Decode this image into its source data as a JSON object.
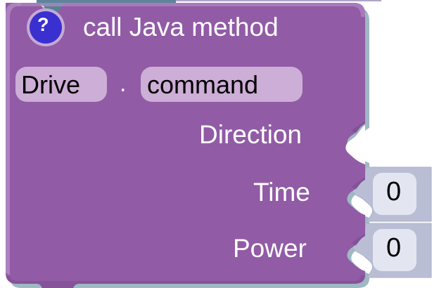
{
  "block": {
    "type_name": "call-java-method-block",
    "header_label": "call Java method",
    "help_icon": "question-mark-icon",
    "help_glyph": "?",
    "separator": ".",
    "colors": {
      "block_fill": "#915ba6",
      "block_edge_light": "#a87cb8",
      "block_edge_dark": "#7a4a8c",
      "field_fill": "#cdaed6",
      "help_circle": "#3a30d0",
      "help_ring": "#c6a9d4",
      "number_block_fill": "#b9bed5",
      "number_block_edge": "#a3a9c4",
      "number_field_fill": "#e3e6f0",
      "text_on_block": "#ffffff",
      "text_on_field": "#000000",
      "connection_shadow": "#5a8398",
      "canvas": "#ffffff"
    },
    "dropdowns": [
      {
        "name": "class-dropdown",
        "value": "Drive"
      },
      {
        "name": "method-dropdown",
        "value": "command"
      }
    ],
    "inputs": [
      {
        "name": "direction",
        "label": "Direction",
        "connected": false,
        "value": null
      },
      {
        "name": "time",
        "label": "Time",
        "connected": true,
        "value": "0"
      },
      {
        "name": "power",
        "label": "Power",
        "connected": true,
        "value": "0"
      }
    ],
    "connections": {
      "previous_notch": true,
      "next_notch": true
    }
  }
}
